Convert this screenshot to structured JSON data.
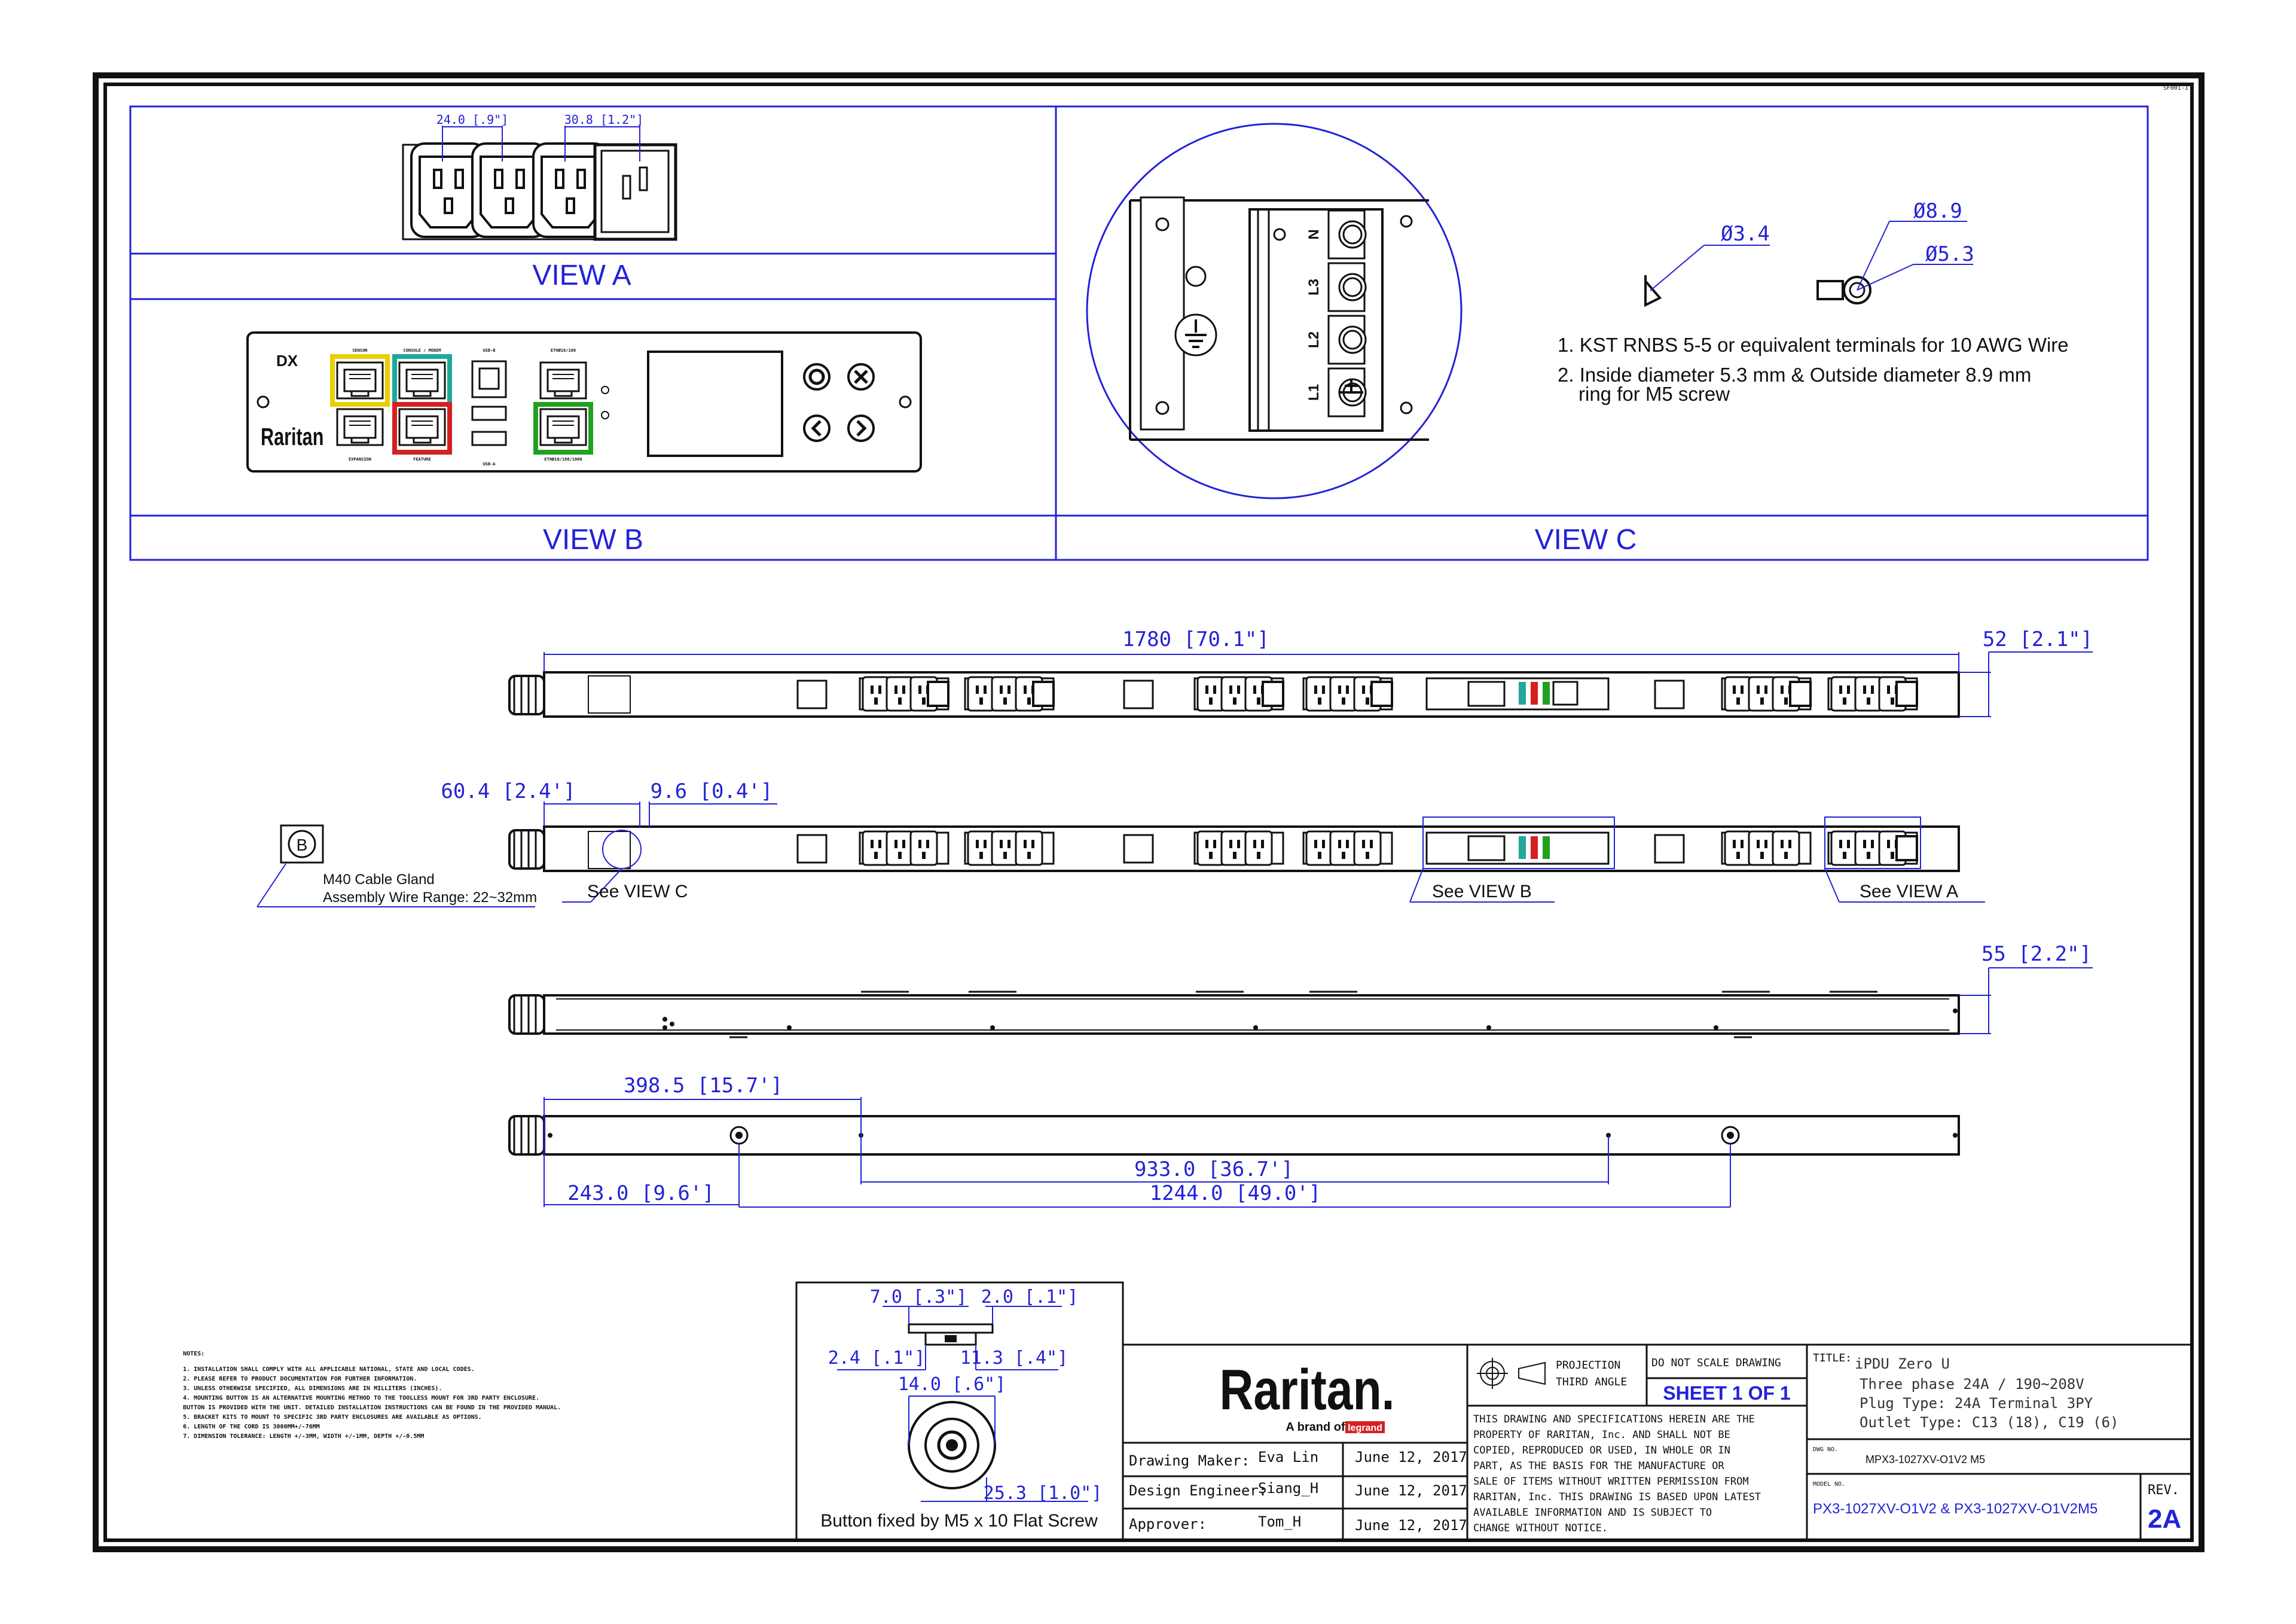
{
  "sheet_id": "SF001-1",
  "views": {
    "view_a": {
      "title": "VIEW A",
      "dim_left": "24.0 [.9\"]",
      "dim_right": "30.8 [1.2\"]"
    },
    "view_b": {
      "title": "VIEW B",
      "brand": "Raritan",
      "dx": "DX",
      "port_labels": [
        "SENSOR",
        "CONSOLE / MODEM",
        "USB-B",
        "ETHØ10/100",
        "EXPANSION",
        "FEATURE",
        "USB-A",
        "ETHØ10/100/1000"
      ]
    },
    "view_c": {
      "title": "VIEW C",
      "terminals": [
        "N",
        "L3",
        "L2",
        "L1"
      ],
      "dim_small": "Ø3.4",
      "dim_outer": "Ø8.9",
      "dim_inner": "Ø5.3",
      "notes": [
        "1. KST RNBS 5-5 or equivalent terminals for 10 AWG Wire",
        "2. Inside diameter 5.3 mm & Outside diameter 8.9 mm",
        "ring for M5 screw"
      ]
    }
  },
  "main_dims": {
    "overall_length": "1780  [70.1\"]",
    "width_a": "52  [2.1\"]",
    "gland_width": "60.4  [2.4']",
    "inset": "9.6  [0.4']",
    "depth": "55  [2.2\"]",
    "hole_1": "398.5  [15.7']",
    "hole_2": "933.0  [36.7']",
    "hole_3": "243.0  [9.6']",
    "hole_4": "1244.0  [49.0']"
  },
  "callouts": {
    "gland_line1": "M40 Cable Gland",
    "gland_line2": "Assembly Wire Range: 22~32mm",
    "gland_letter": "B",
    "see_c": "See VIEW C",
    "see_b": "See VIEW B",
    "see_a": "See VIEW A"
  },
  "button_detail": {
    "d1": "7.0  [.3\"]",
    "d2": "2.0  [.1\"]",
    "d3": "2.4  [.1\"]",
    "d4": "11.3  [.4\"]",
    "d5": "14.0  [.6\"]",
    "d6": "25.3  [1.0\"]",
    "caption": "Button fixed by M5 x 10 Flat Screw"
  },
  "notes": {
    "heading": "NOTES:",
    "items": [
      "1. INSTALLATION SHALL COMPLY WITH ALL APPLICABLE NATIONAL, STATE AND LOCAL CODES.",
      "2. PLEASE REFER TO PRODUCT DOCUMENTATION FOR FURTHER INFORMATION.",
      "3. UNLESS OTHERWISE SPECIFIED, ALL DIMENSIONS ARE IN MILLITERS (INCHES).",
      "4. MOUNTING BUTTON IS AN ALTERNATIVE MOUNTING METHOD TO THE TOOLLESS MOUNT FOR 3RD PARTY ENCLOSURE.",
      "   BUTTON IS PROVIDED WITH THE UNIT. DETAILED INSTALLATION INSTRUCTIONS CAN BE FOUND IN THE PROVIDED MANUAL.",
      "5. BRACKET KITS TO MOUNT TO SPECIFIC 3RD PARTY ENCLOSURES ARE AVAILABLE AS OPTIONS.",
      "6. LENGTH OF THE CORD IS 3000MM+/-76MM",
      "7. DIMENSION TOLERANCE: LENGTH +/-3MM, WIDTH +/-1MM, DEPTH +/-0.5MM"
    ]
  },
  "title_block": {
    "company": "Raritan.",
    "tagline": "A brand of",
    "tagline_brand": "legrand",
    "projection_1": "PROJECTION",
    "projection_2": "THIRD ANGLE",
    "do_not_scale": "DO NOT SCALE DRAWING",
    "sheet": "SHEET 1 OF 1",
    "disclaimer": [
      "THIS DRAWING AND SPECIFICATIONS HEREIN ARE THE",
      "PROPERTY OF RARITAN, Inc. AND SHALL NOT BE",
      "COPIED, REPRODUCED OR USED, IN WHOLE OR IN",
      "PART, AS THE BASIS FOR THE MANUFACTURE OR",
      "SALE OF ITEMS WITHOUT WRITTEN PERMISSION FROM",
      "RARITAN, Inc. THIS DRAWING IS BASED UPON LATEST",
      "AVAILABLE INFORMATION AND IS SUBJECT TO",
      "CHANGE WITHOUT NOTICE."
    ],
    "title_label": "TITLE:",
    "title_lines": [
      "iPDU Zero U",
      "Three phase 24A / 190~208V",
      "Plug Type: 24A Terminal 3PY",
      "Outlet Type: C13 (18), C19 (6)"
    ],
    "dwg_label": "DWG NO.",
    "dwg_no": "MPX3-1027XV-O1V2 M5",
    "model_label": "MODEL NO.",
    "model_no": "PX3-1027XV-O1V2 & PX3-1027XV-O1V2M5",
    "rev_label": "REV.",
    "rev": "2A",
    "rows": [
      {
        "role": "Drawing Maker:",
        "name": "Eva Lin",
        "date": "June 12, 2017"
      },
      {
        "role": "Design Engineer:",
        "name": "Siang_H",
        "date": "June 12, 2017"
      },
      {
        "role": "Approver:",
        "name": "Tom_H",
        "date": "June 12, 2017"
      }
    ]
  }
}
